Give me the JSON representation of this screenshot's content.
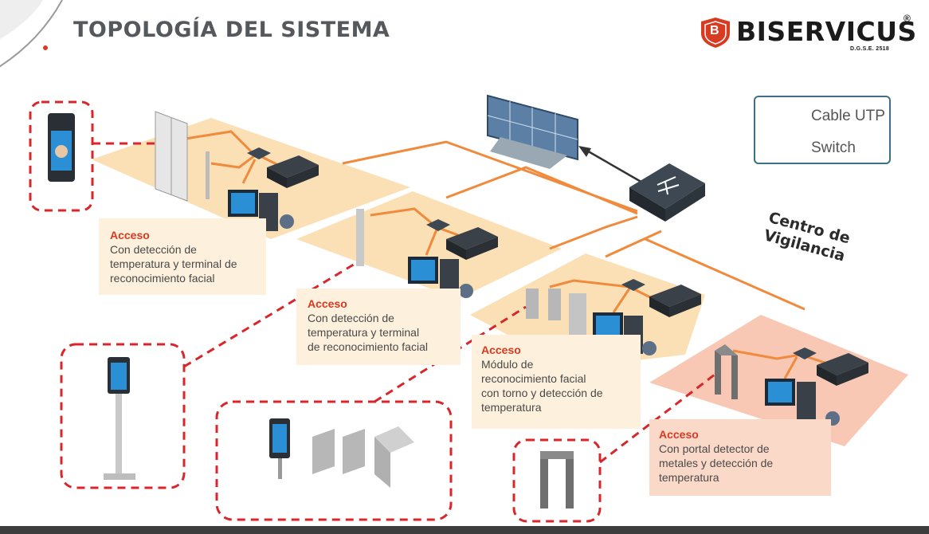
{
  "header": {
    "title": "TOPOLOGÍA DEL SISTEMA",
    "brand_name": "BISERVICUS",
    "brand_reg": "®",
    "brand_sub": "D.G.S.E. 2518",
    "brand_logo_letter": "B"
  },
  "legend": {
    "cable_label": "Cable UTP",
    "switch_label": "Switch"
  },
  "center_label": {
    "line1": "Centro de",
    "line2": "Vigilancia"
  },
  "cards": [
    {
      "title": "Acceso",
      "lines": [
        "Con detección de",
        "temperatura y terminal de",
        "reconocimiento facial"
      ]
    },
    {
      "title": "Acceso",
      "lines": [
        "Con detección de",
        "temperatura y terminal",
        "de reconocimiento facial"
      ]
    },
    {
      "title": "Acceso",
      "lines": [
        "Módulo de",
        "reconocimiento facial",
        "con torno  y detección de",
        "temperatura"
      ]
    },
    {
      "title": "Acceso",
      "lines": [
        "Con portal detector de",
        "metales y detección de",
        "temperatura"
      ]
    }
  ],
  "colors": {
    "cable": "#f08a3c",
    "zone_fill": "#fbe0b6",
    "zone_fill_last": "#f8c8b4",
    "card_fill": "#fdf0dc",
    "accent_red": "#d83a22",
    "dashed_red": "#d8262b",
    "legend_border": "#3f6f86"
  }
}
